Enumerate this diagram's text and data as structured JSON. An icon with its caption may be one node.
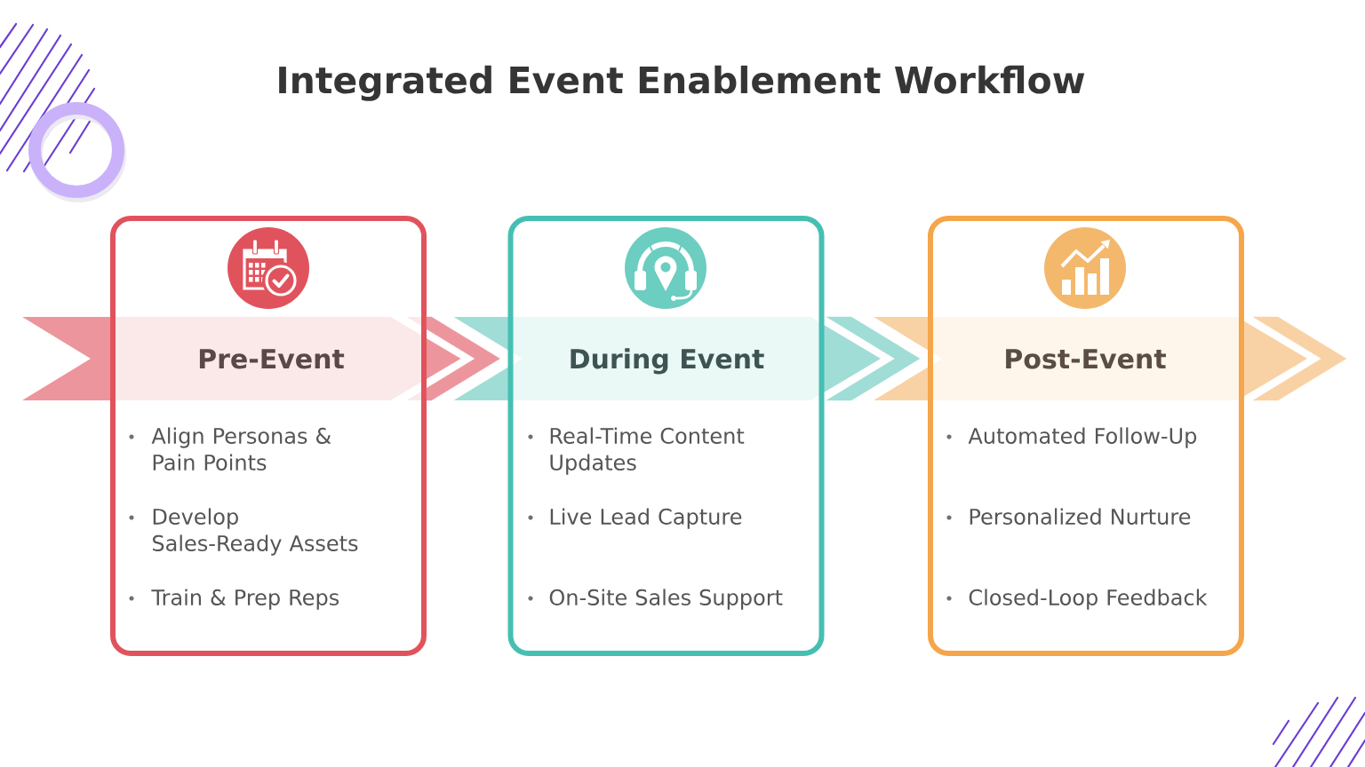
{
  "diagram": {
    "title": "Integrated Event Enablement Workflow",
    "nodes": [
      {
        "text": [
          "Pre-Event",
          "Align Personas & Pain Points",
          "Develop Sales-Ready Assets",
          "Train & Prep Reps"
        ]
      },
      {
        "text": [
          "During Event",
          "Real-Time Content Updates",
          "Live Lead Capture",
          "On-Site Sales Support"
        ]
      },
      {
        "text": [
          "Post-Event",
          "Automated Follow-Up",
          "Personalized Nurture",
          "Closed-Loop Feedback"
        ]
      }
    ],
    "edges": [
      {
        "from": 0,
        "to": 1,
        "arrow": "to",
        "color": "#ec959c"
      },
      {
        "from": 1,
        "to": 2,
        "arrow": "to",
        "color": "#a0ddd6"
      },
      {
        "from": 2,
        "to": null,
        "arrow": "to",
        "color": "#f8d2a4"
      }
    ]
  }
}
